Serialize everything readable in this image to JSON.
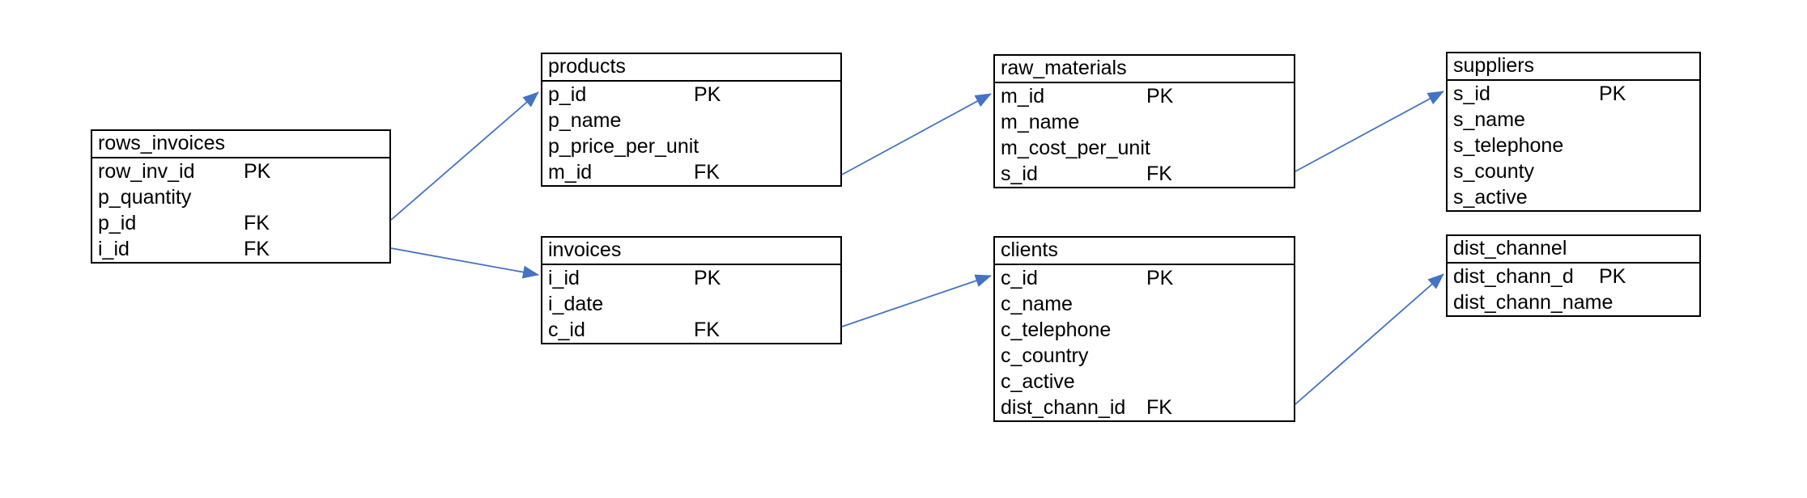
{
  "diagram": {
    "type": "entity-relationship-schema",
    "colors": {
      "relationship_line": "#4472C4",
      "entity_border": "#000000",
      "text": "#000000",
      "background": "#FFFFFF"
    },
    "entities": [
      {
        "name": "rows_invoices",
        "columns": [
          {
            "name": "row_inv_id",
            "key": "PK"
          },
          {
            "name": "p_quantity",
            "key": ""
          },
          {
            "name": "p_id",
            "key": "FK"
          },
          {
            "name": "i_id",
            "key": "FK"
          }
        ]
      },
      {
        "name": "products",
        "columns": [
          {
            "name": "p_id",
            "key": "PK"
          },
          {
            "name": "p_name",
            "key": ""
          },
          {
            "name": "p_price_per_unit",
            "key": ""
          },
          {
            "name": "m_id",
            "key": "FK"
          }
        ]
      },
      {
        "name": "invoices",
        "columns": [
          {
            "name": "i_id",
            "key": "PK"
          },
          {
            "name": "i_date",
            "key": ""
          },
          {
            "name": "c_id",
            "key": "FK"
          }
        ]
      },
      {
        "name": "raw_materials",
        "columns": [
          {
            "name": "m_id",
            "key": "PK"
          },
          {
            "name": "m_name",
            "key": ""
          },
          {
            "name": "m_cost_per_unit",
            "key": ""
          },
          {
            "name": "s_id",
            "key": "FK"
          }
        ]
      },
      {
        "name": "clients",
        "columns": [
          {
            "name": "c_id",
            "key": "PK"
          },
          {
            "name": "c_name",
            "key": ""
          },
          {
            "name": "c_telephone",
            "key": ""
          },
          {
            "name": "c_country",
            "key": ""
          },
          {
            "name": "c_active",
            "key": ""
          },
          {
            "name": "dist_chann_id",
            "key": "FK"
          }
        ]
      },
      {
        "name": "suppliers",
        "columns": [
          {
            "name": "s_id",
            "key": "PK"
          },
          {
            "name": "s_name",
            "key": ""
          },
          {
            "name": "s_telephone",
            "key": ""
          },
          {
            "name": "s_county",
            "key": ""
          },
          {
            "name": "s_active",
            "key": ""
          }
        ]
      },
      {
        "name": "dist_channel",
        "columns": [
          {
            "name": "dist_chann_d",
            "key": "PK"
          },
          {
            "name": "dist_chann_name",
            "key": ""
          }
        ]
      }
    ],
    "relationships": [
      {
        "from_table": "rows_invoices",
        "from_column": "p_id",
        "to_table": "products",
        "to_column": "p_id"
      },
      {
        "from_table": "rows_invoices",
        "from_column": "i_id",
        "to_table": "invoices",
        "to_column": "i_id"
      },
      {
        "from_table": "products",
        "from_column": "m_id",
        "to_table": "raw_materials",
        "to_column": "m_id"
      },
      {
        "from_table": "invoices",
        "from_column": "c_id",
        "to_table": "clients",
        "to_column": "c_id"
      },
      {
        "from_table": "raw_materials",
        "from_column": "s_id",
        "to_table": "suppliers",
        "to_column": "s_id"
      },
      {
        "from_table": "clients",
        "from_column": "dist_chann_id",
        "to_table": "dist_channel",
        "to_column": "dist_chann_d"
      }
    ]
  }
}
